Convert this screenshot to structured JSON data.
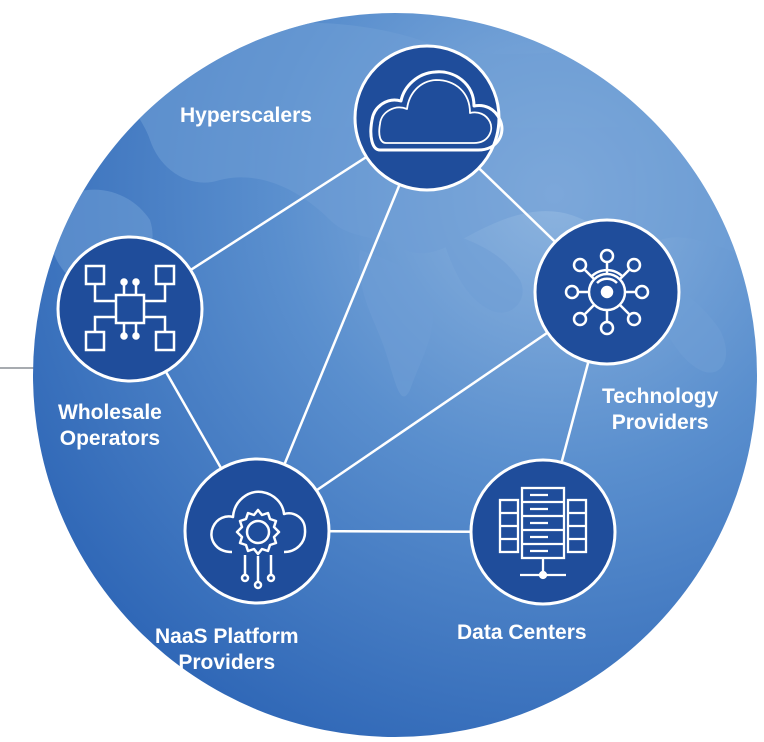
{
  "colors": {
    "ocean_light": "#7fa9d8",
    "ocean_dark": "#2f6bbd",
    "land": "#5b8fd0",
    "node_fill": "#1f4d9b",
    "node_stroke": "#ffffff",
    "line": "#ffffff",
    "side_line": "#8a8f96"
  },
  "nodes": {
    "hyperscalers": {
      "label": "Hyperscalers",
      "icon": "cloud-icon"
    },
    "technology": {
      "label_line1": "Technology",
      "label_line2": "Providers",
      "icon": "network-hub-icon"
    },
    "wholesale": {
      "label_line1": "Wholesale",
      "label_line2": "Operators",
      "icon": "circuit-chip-icon"
    },
    "naas": {
      "label_line1": "NaaS Platform",
      "label_line2": "Providers",
      "icon": "cloud-gear-icon"
    },
    "datacenters": {
      "label": "Data Centers",
      "icon": "server-rack-icon"
    }
  }
}
